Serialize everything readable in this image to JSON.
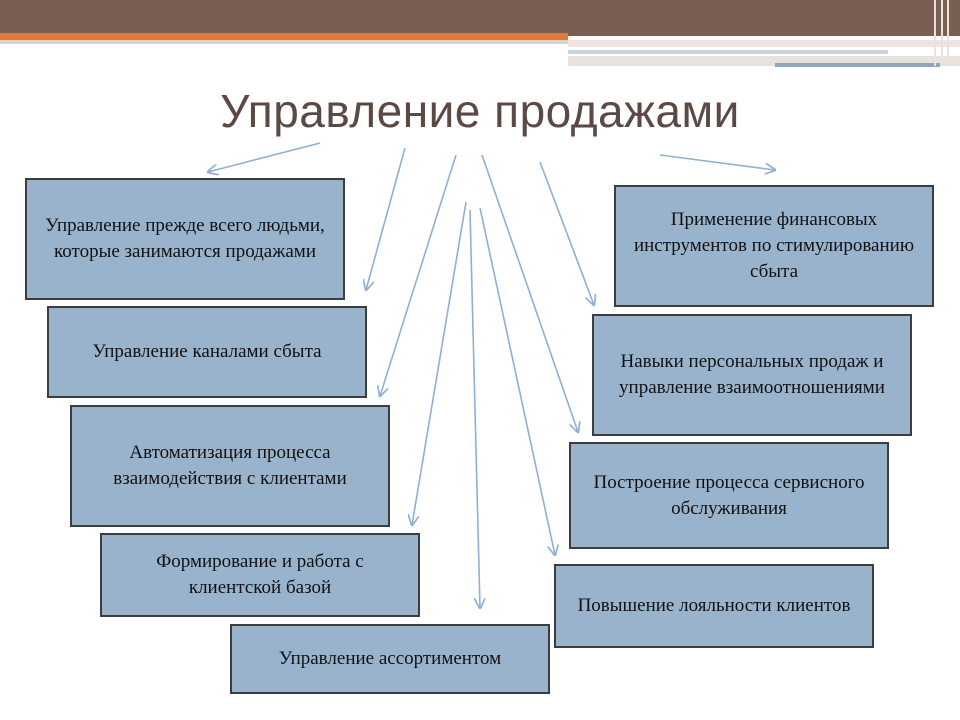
{
  "title": "Управление продажами",
  "colors": {
    "header_bar": "#7a5e52",
    "accent_orange": "#e07a3a",
    "box_fill": "#9ab3cd",
    "arrow": "#8fb0d4"
  },
  "nodes": [
    {
      "id": "n1",
      "text": "Управление прежде всего людьми, которые занимаются продажами"
    },
    {
      "id": "n2",
      "text": "Управление каналами сбыта"
    },
    {
      "id": "n3",
      "text": "Автоматизация процесса взаимодействия с клиентами"
    },
    {
      "id": "n4",
      "text": "Формирование и работа с клиентской базой"
    },
    {
      "id": "n5",
      "text": "Управление ассортиментом"
    },
    {
      "id": "n6",
      "text": "Применение финансовых инструментов по стимулированию сбыта"
    },
    {
      "id": "n7",
      "text": "Навыки персональных продаж и управление взаимоотношениями"
    },
    {
      "id": "n8",
      "text": "Построение процесса сервисного обслуживания"
    },
    {
      "id": "n9",
      "text": "Повышение лояльности клиентов"
    }
  ]
}
